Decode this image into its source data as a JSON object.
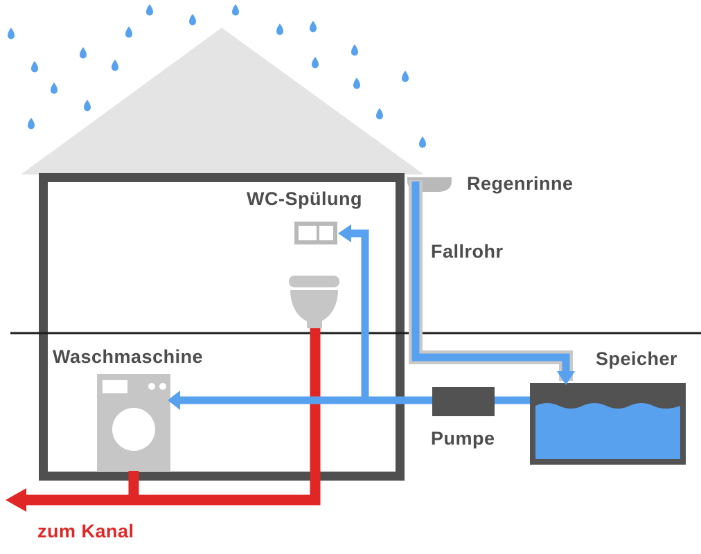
{
  "diagram": {
    "labels": {
      "wc_spuelung": "WC-Spülung",
      "regenrinne": "Regenrinne",
      "fallrohr": "Fallrohr",
      "waschmaschine": "Waschmaschine",
      "pumpe": "Pumpe",
      "speicher": "Speicher",
      "zum_kanal": "zum Kanal"
    },
    "colors": {
      "water_blue": "#58a1ef",
      "waste_red": "#e12626",
      "wall_dark": "#4f4f4f",
      "tank_dark": "#525252",
      "roof_gray": "#e4e4e4",
      "pipe_gray": "#c9c9c9",
      "appliance_gray": "#c6c6c6",
      "fixture_gray": "#b9b9b9",
      "label_gray": "#4d4d4d",
      "ground_black": "#1c1c1c"
    },
    "icons": [
      "raindrop-icon",
      "roof-icon",
      "gutter-icon",
      "downpipe-icon",
      "cistern-icon",
      "toilet-icon",
      "washing-machine-icon",
      "pump-icon",
      "storage-tank-icon",
      "arrow-left-icon",
      "arrow-down-icon"
    ]
  }
}
